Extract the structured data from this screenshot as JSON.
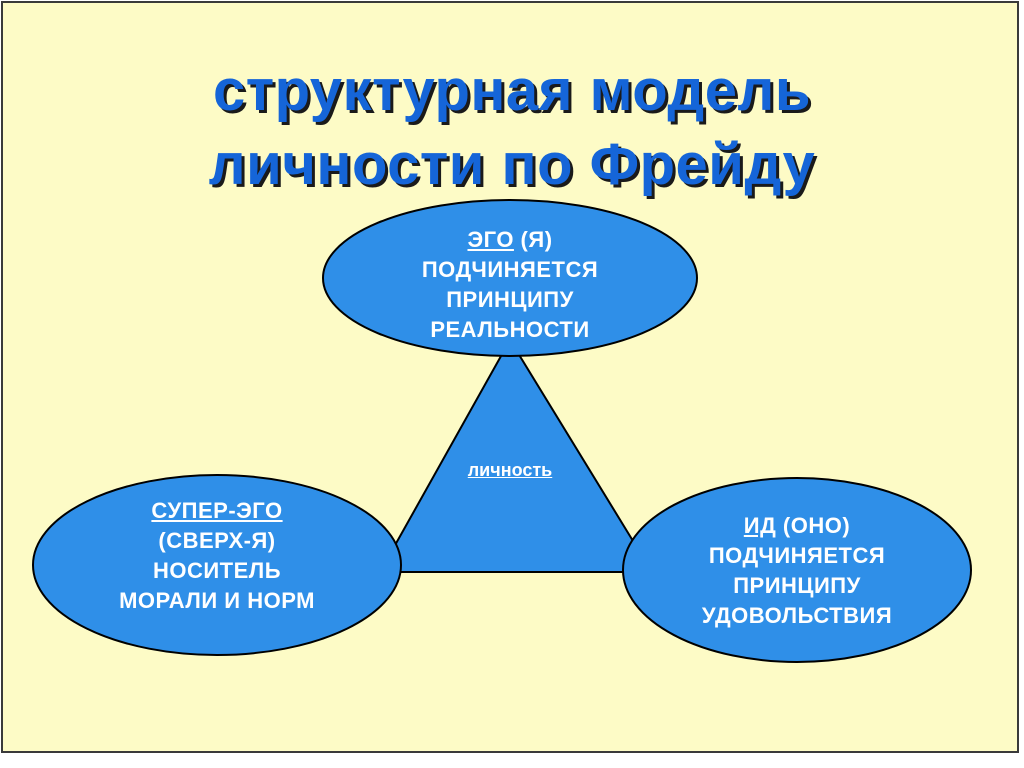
{
  "title": {
    "line1": "структурная модель",
    "line2": "личности по Фрейду"
  },
  "colors": {
    "background": "#fdfbc6",
    "title": "#1565d8",
    "shape_fill": "#2f8fe8",
    "text": "#ffffff"
  },
  "center": {
    "label": "личность"
  },
  "ego": {
    "name": "ЭГО",
    "rest": " (Я)",
    "line2": "ПОДЧИНЯЕТСЯ",
    "line3": "ПРИНЦИПУ",
    "line4": "РЕАЛЬНОСТИ"
  },
  "superego": {
    "name": "СУПЕР-ЭГО",
    "line2": "(СВЕРХ-Я)",
    "line3": "НОСИТЕЛЬ",
    "line4": "МОРАЛИ И НОРМ"
  },
  "id": {
    "name": "ИД",
    "rest": " (ОНО)",
    "line2": "ПОДЧИНЯЕТСЯ",
    "line3": "ПРИНЦИПУ",
    "line4": "УДОВОЛЬСТВИЯ"
  }
}
